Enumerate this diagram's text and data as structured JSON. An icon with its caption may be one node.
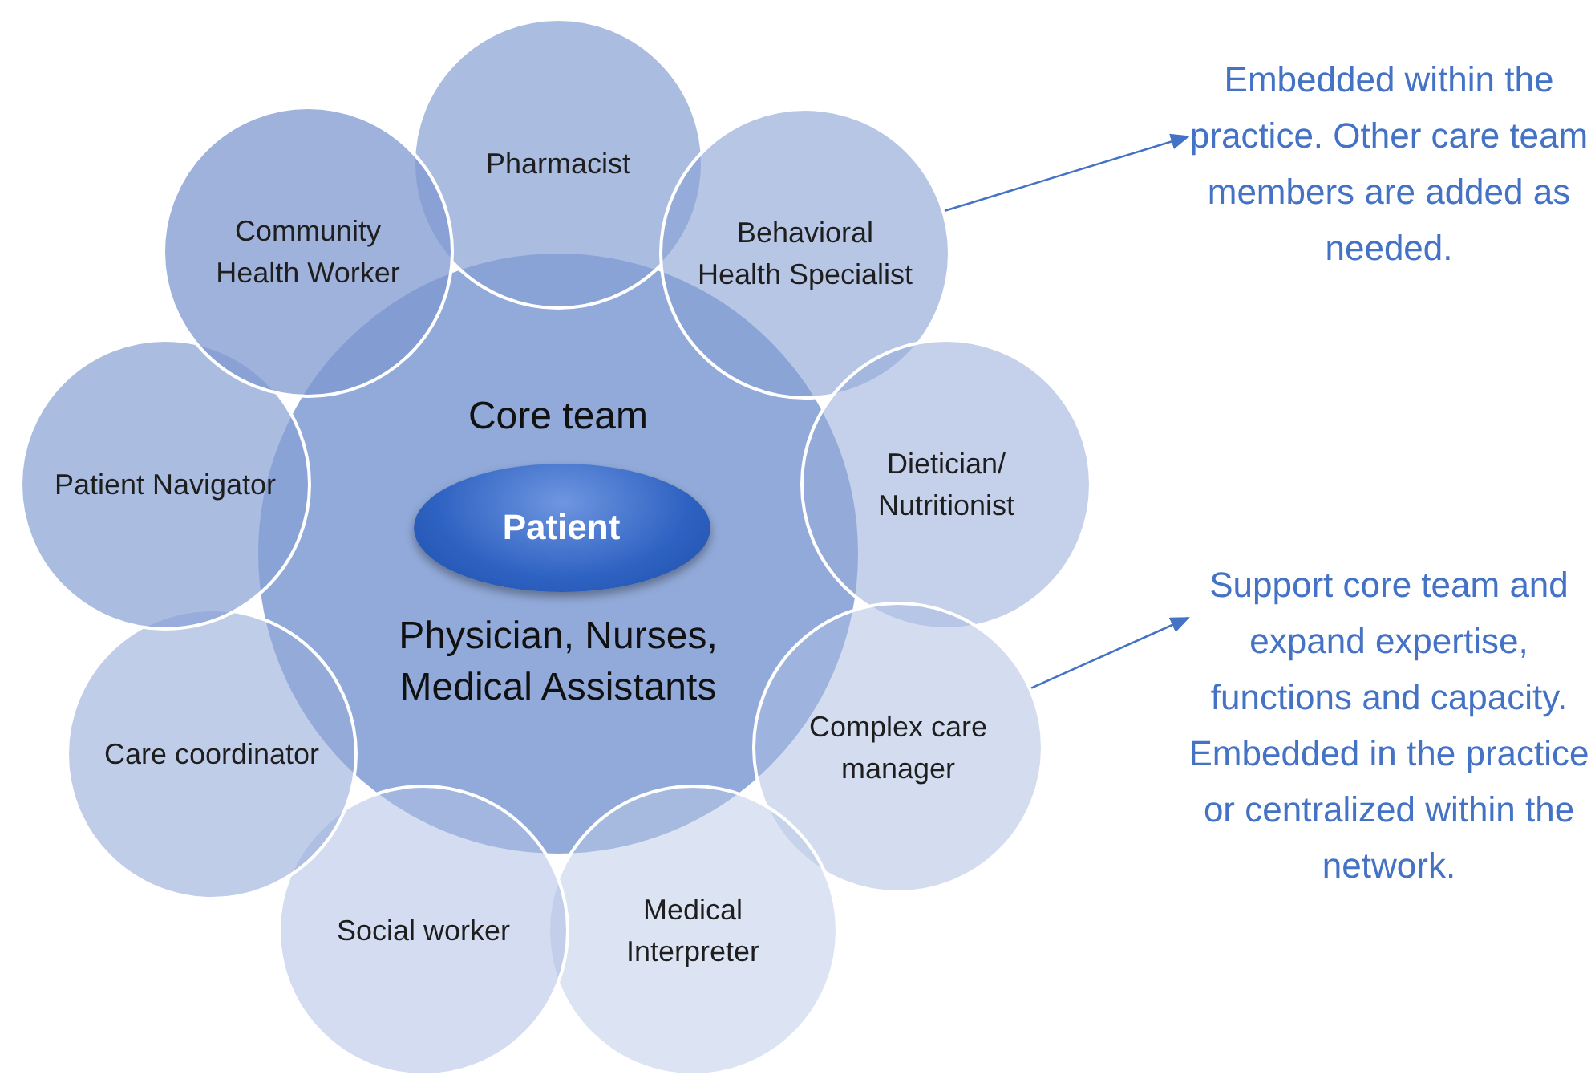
{
  "diagram": {
    "nodes": [
      {
        "text": [
          "Core team",
          "Physician, Nurses, Medical Assistants"
        ]
      },
      {
        "text": [
          "Patient"
        ],
        "in": 0
      },
      {
        "text": [
          "Pharmacist"
        ]
      },
      {
        "text": [
          "Behavioral Health Specialist"
        ]
      },
      {
        "text": [
          "Dietician/ Nutritionist"
        ]
      },
      {
        "text": [
          "Complex care manager"
        ]
      },
      {
        "text": [
          "Medical Interpreter"
        ]
      },
      {
        "text": [
          "Social worker"
        ]
      },
      {
        "text": [
          "Care coordinator"
        ]
      },
      {
        "text": [
          "Patient Navigator"
        ]
      },
      {
        "text": [
          "Community Health Worker"
        ]
      },
      {
        "text": [
          "Embedded within the practice. Other care team members are added as needed."
        ]
      },
      {
        "text": [
          "Support core team and expand expertise, functions and capacity. Embedded in the practice or centralized within the network."
        ]
      }
    ],
    "edges": [
      {
        "from": 3,
        "to": 11,
        "arrow": "to"
      },
      {
        "from": 5,
        "to": 12,
        "arrow": "to"
      }
    ]
  }
}
